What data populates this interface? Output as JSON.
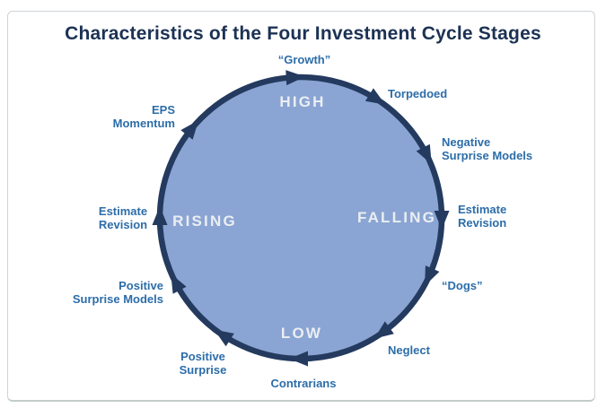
{
  "title": "Characteristics of the Four Investment Cycle Stages",
  "stages": {
    "high": "HIGH",
    "falling": "FALLING",
    "low": "LOW",
    "rising": "RISING"
  },
  "labels": {
    "growth": "“Growth”",
    "torpedoed": "Torpedoed",
    "negative_surprise_models": "Negative\nSurprise Models",
    "estimate_revision_right": "Estimate\nRevision",
    "dogs": "“Dogs”",
    "neglect": "Neglect",
    "contrarians": "Contrarians",
    "positive_surprise": "Positive\nSurprise",
    "positive_surprise_models": "Positive\nSurprise Models",
    "estimate_revision_left": "Estimate\nRevision",
    "eps_momentum": "EPS\nMomentum"
  },
  "colors": {
    "title_text": "#1C3254",
    "label_text": "#2C6DA9",
    "stage_text": "#EBEEF2",
    "circle_fill": "#8AA5D3",
    "ring": "#243A5F",
    "card_border": "#CFD4D8"
  }
}
